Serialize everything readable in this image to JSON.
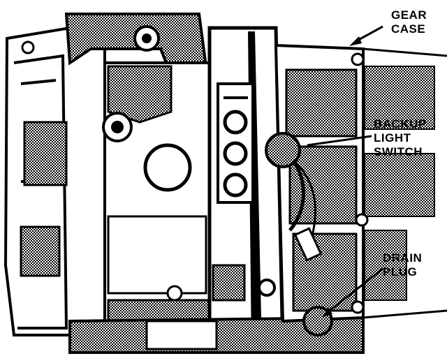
{
  "labels": {
    "gear_case": [
      "GEAR",
      "CASE"
    ],
    "backup_light_switch": [
      "BACKUP",
      "LIGHT",
      "SWITCH"
    ],
    "drain_plug": [
      "DRAIN",
      "PLUG"
    ]
  },
  "colors": {
    "ink": "#000000",
    "paper": "#ffffff",
    "shade": "#3a3a3a"
  }
}
